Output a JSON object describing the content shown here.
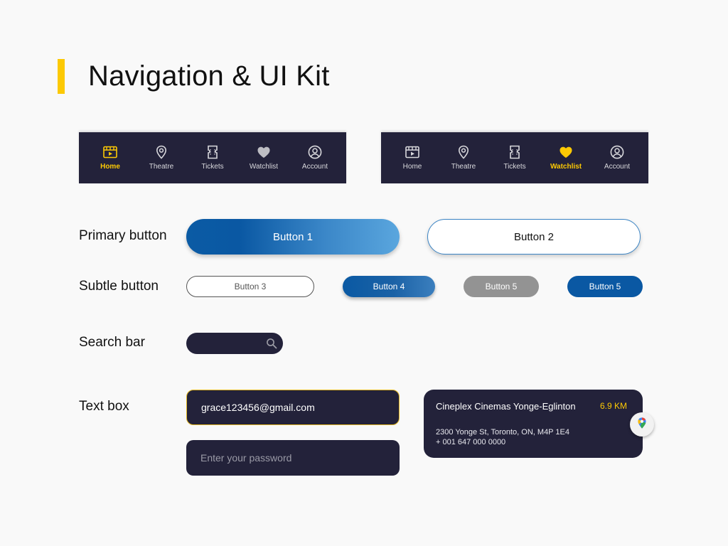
{
  "title": "Navigation & UI Kit",
  "colors": {
    "accent": "#fcc904",
    "dark": "#23223a",
    "primary_blue": "#0a58a3",
    "grey_button": "#939393"
  },
  "nav_bars": [
    {
      "active": "Home",
      "items": [
        {
          "label": "Home",
          "icon": "film-icon"
        },
        {
          "label": "Theatre",
          "icon": "map-pin-icon"
        },
        {
          "label": "Tickets",
          "icon": "ticket-icon"
        },
        {
          "label": "Watchlist",
          "icon": "heart-icon"
        },
        {
          "label": "Account",
          "icon": "account-icon"
        }
      ]
    },
    {
      "active": "Watchlist",
      "items": [
        {
          "label": "Home",
          "icon": "film-icon"
        },
        {
          "label": "Theatre",
          "icon": "map-pin-icon"
        },
        {
          "label": "Tickets",
          "icon": "ticket-icon"
        },
        {
          "label": "Watchlist",
          "icon": "heart-icon"
        },
        {
          "label": "Account",
          "icon": "account-icon"
        }
      ]
    }
  ],
  "sections": {
    "primary_label": "Primary button",
    "subtle_label": "Subtle button",
    "search_label": "Search bar",
    "textbox_label": "Text box"
  },
  "primary_buttons": [
    "Button 1",
    "Button 2"
  ],
  "subtle_buttons": [
    "Button 3",
    "Button 4",
    "Button 5",
    "Button 5"
  ],
  "search": {
    "placeholder": "",
    "icon": "search-icon"
  },
  "textboxes": {
    "email_value": "grace123456@gmail.com",
    "password_placeholder": "Enter your password"
  },
  "cinema_card": {
    "name": "Cineplex Cinemas Yonge-Eglinton",
    "distance": "6.9 KM",
    "address": "2300 Yonge St, Toronto, ON, M4P 1E4",
    "phone": "+ 001 647 000 0000",
    "icon": "google-maps-pin-icon"
  }
}
